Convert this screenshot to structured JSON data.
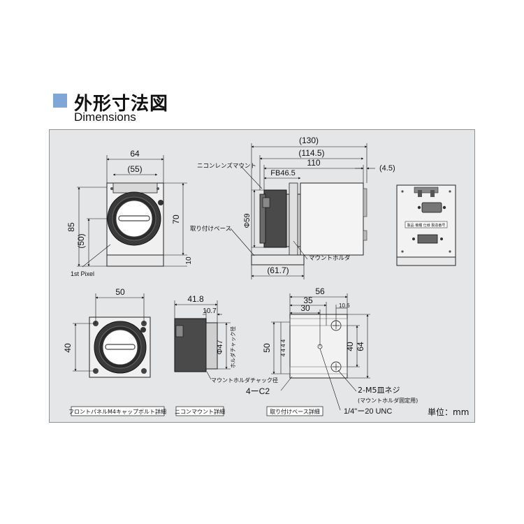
{
  "header": {
    "title_jp": "外形寸法図",
    "title_en": "Dimensions"
  },
  "colors": {
    "accent_square": "#7ea6d8",
    "panel_bg": "#e4e6e8"
  },
  "front_view": {
    "width": "64",
    "width_inner": "(55)",
    "height_total": "85",
    "height_center": "(50)",
    "height_body": "70",
    "base_h": "10",
    "first_pixel": "1st Pixel"
  },
  "side_view": {
    "total_len": "(130)",
    "len_1145": "(114.5)",
    "body_len": "110",
    "offset_45": "(4.5)",
    "flange_back": "FB46.5",
    "lens_dia": "Φ59",
    "base_len": "(61.7)",
    "label_lens_mount": "ニコンレンズマウント",
    "label_base": "取り付けベース",
    "label_holder": "マウントホルダ"
  },
  "rear_view": {
    "label_plate": "製品 機種 仕様 製造番号"
  },
  "front_panel_detail": {
    "bolt_pitch_h": "50",
    "bolt_pitch_v": "40",
    "caption": "フロントパネルM4キャップボルト詳細"
  },
  "nikon_detail": {
    "len_418": "41.8",
    "len_107": "10.7",
    "dia_47": "Φ47",
    "vertical_label": "ホルダチャック径",
    "holder_label": "マウントホルダチャック径",
    "caption": "ニコンマウント詳細"
  },
  "base_detail": {
    "w56": "56",
    "w35": "35",
    "w30": "30",
    "w106": "10.6",
    "h50": "50",
    "stack": "4 4 4 4",
    "h40": "40",
    "h64": "64",
    "chamfer": "4ーC2",
    "screw": "2-M5皿ネジ",
    "screw_note": "(マウントホルダ固定用)",
    "tripod": "1/4\"ー20 UNC",
    "caption": "取り付けベース詳細"
  },
  "unit_label": "単位：mm"
}
